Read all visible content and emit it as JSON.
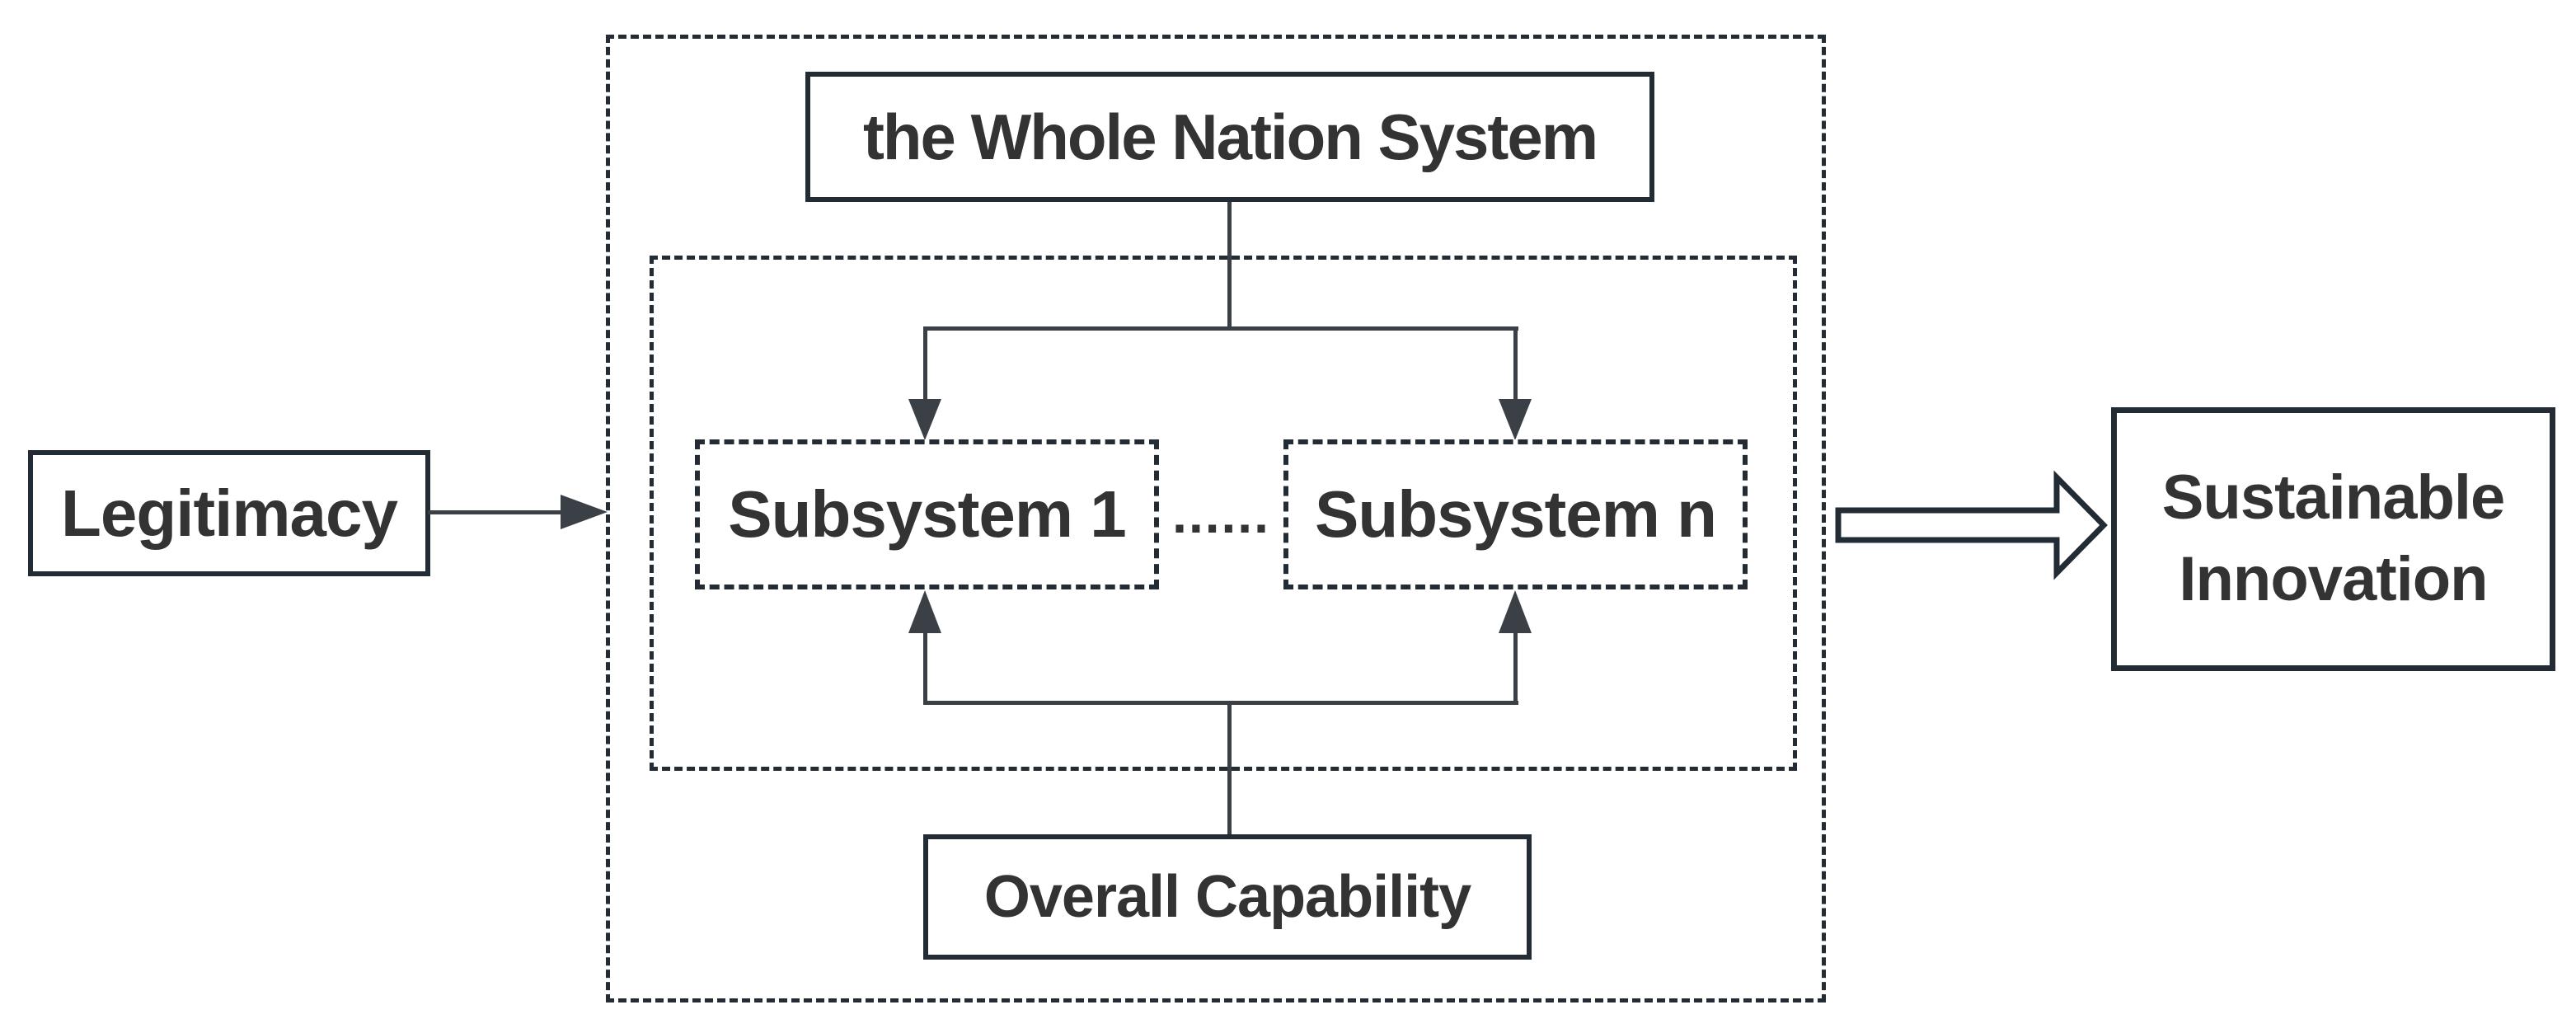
{
  "diagram": {
    "nodes": {
      "legitimacy": {
        "label": "Legitimacy"
      },
      "whole_nation_system": {
        "label": "the Whole Nation System"
      },
      "subsystem_1": {
        "label": "Subsystem 1"
      },
      "subsystem_gap": {
        "label": "......"
      },
      "subsystem_n": {
        "label": "Subsystem n"
      },
      "overall_capability": {
        "label": "Overall Capability"
      },
      "sustainable_innovation": {
        "label": "Sustainable\nInnovation"
      }
    },
    "edges": [
      {
        "from": "legitimacy",
        "to": "whole-nation-boundary",
        "style": "solid-arrow"
      },
      {
        "from": "whole_nation_system",
        "to": "subsystem_1",
        "style": "solid-arrow"
      },
      {
        "from": "whole_nation_system",
        "to": "subsystem_n",
        "style": "solid-arrow"
      },
      {
        "from": "overall_capability",
        "to": "subsystem_1",
        "style": "solid-arrow"
      },
      {
        "from": "overall_capability",
        "to": "subsystem_n",
        "style": "solid-arrow"
      },
      {
        "from": "whole-nation-boundary",
        "to": "sustainable_innovation",
        "style": "hollow-arrow"
      }
    ],
    "theme": {
      "background_color": "#ffffff",
      "border_color": "#232c35",
      "line_color": "#3a4046",
      "text_color": "#333333"
    }
  }
}
